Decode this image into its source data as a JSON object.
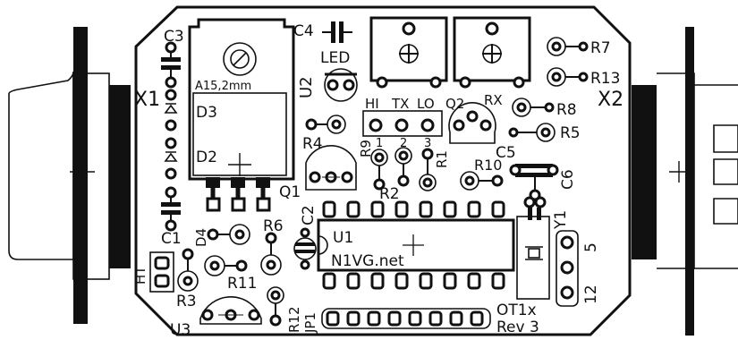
{
  "labels": {
    "c3": "C3",
    "c4": "C4",
    "led": "LED",
    "u2": "U2",
    "regulator": "A15,2mm",
    "d3": "D3",
    "d2": "D2",
    "x1": "X1",
    "x2": "X2",
    "r7": "R7",
    "r13": "R13",
    "r8": "R8",
    "r5": "R5",
    "hi": "HI",
    "tx": "TX",
    "lo": "LO",
    "q2": "Q2",
    "rx": "RX",
    "r4": "R4",
    "r9": "R9",
    "p1": "1",
    "p2": "2",
    "p3": "3",
    "r1": "R1",
    "c5": "C5",
    "r10": "R10",
    "c6": "C6",
    "q1": "Q1",
    "r2": "R2",
    "c2": "C2",
    "u1": "U1",
    "brand": "N1VG.net",
    "y1": "Y1",
    "c1": "C1",
    "d4": "D4",
    "r6": "R6",
    "ht": "HT",
    "r3": "R3",
    "r11": "R11",
    "u3": "U3",
    "r12": "R12",
    "jp1": "JP1",
    "ot": "OT1x",
    "rev": "Rev 3",
    "pin5": "5",
    "pin12": "12"
  }
}
